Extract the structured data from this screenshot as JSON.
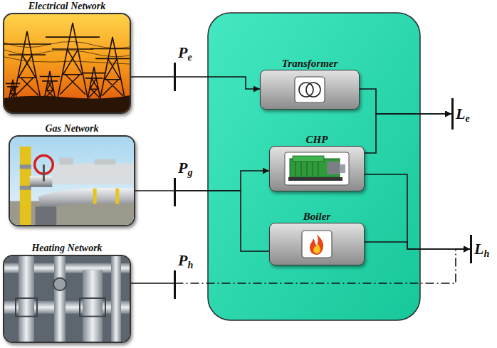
{
  "diagram": {
    "nodes": [
      {
        "text": [
          "Electrical Network"
        ]
      },
      {
        "text": [
          "Gas Network"
        ]
      },
      {
        "text": [
          "Heating Network"
        ]
      },
      {
        "text": [
          "Pe"
        ]
      },
      {
        "text": [
          "Pg"
        ]
      },
      {
        "text": [
          "Ph"
        ]
      },
      {
        "text": [
          "Transformer"
        ]
      },
      {
        "text": [
          "CHP"
        ]
      },
      {
        "text": [
          "Boiler"
        ]
      },
      {
        "text": [
          "Le"
        ]
      },
      {
        "text": [
          "Lh"
        ]
      }
    ],
    "edges": [
      {
        "from": 0,
        "to": 3,
        "arrow": "none"
      },
      {
        "from": 3,
        "to": 6,
        "arrow": "to"
      },
      {
        "from": 1,
        "to": 4,
        "arrow": "none"
      },
      {
        "from": 4,
        "to": 7,
        "arrow": "to"
      },
      {
        "from": 4,
        "to": 8,
        "arrow": "none"
      },
      {
        "from": 2,
        "to": 5,
        "arrow": "none"
      },
      {
        "from": 5,
        "to": 10,
        "arrow": "to"
      },
      {
        "from": 6,
        "to": 9,
        "arrow": "to"
      },
      {
        "from": 7,
        "to": 9,
        "arrow": "to"
      },
      {
        "from": 7,
        "to": 10,
        "arrow": "to"
      },
      {
        "from": 8,
        "to": 10,
        "arrow": "to"
      }
    ]
  }
}
